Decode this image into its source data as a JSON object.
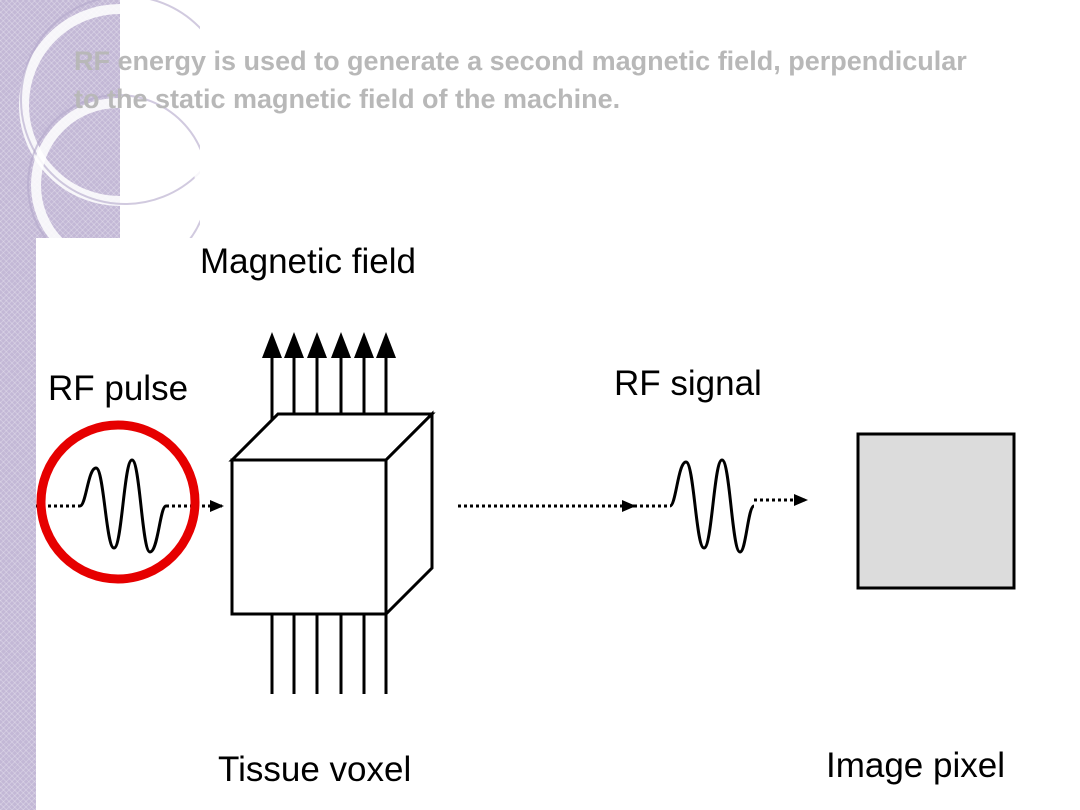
{
  "slide": {
    "text": "RF energy is used to generate a second magnetic field, perpendicular to the static  magnetic field of the machine."
  },
  "diagram": {
    "labels": {
      "magnetic_field": "Magnetic field",
      "rf_pulse": "RF pulse",
      "rf_signal": "RF signal",
      "tissue_voxel": "Tissue voxel",
      "image_pixel": "Image pixel"
    },
    "highlight_color": "#e60000",
    "pixel_fill": "#dcdcdc"
  },
  "theme": {
    "strip_color": "#c3b8d6",
    "title_color": "#b8b8b8"
  }
}
